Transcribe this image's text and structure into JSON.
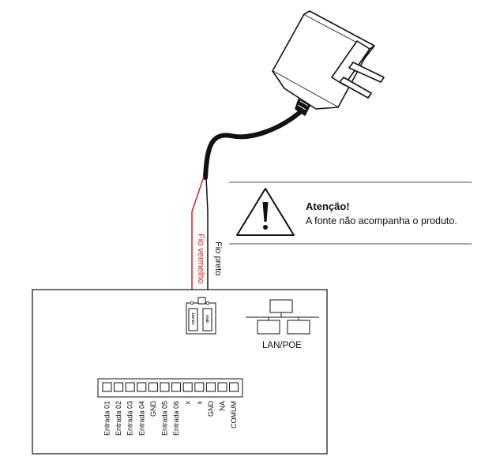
{
  "warning": {
    "title": "Atenção!",
    "text": "A fonte não acompanha o produto."
  },
  "wires": {
    "red_label": "Fio vermelho",
    "black_label": "Fio preto",
    "red_color": "#d42020",
    "black_color": "#111111"
  },
  "connector": {
    "dc_label": "12V DC",
    "gnd_label": "GND"
  },
  "network": {
    "label": "LAN/POE"
  },
  "terminals": [
    "Entrada 01",
    "Entrada 02",
    "Entrada 03",
    "Entrada 04",
    "GND",
    "Entrada 05",
    "Entrada 06",
    "x",
    "x",
    "GND",
    "NA",
    "COMUM"
  ],
  "icons": [
    "power-adapter-icon",
    "warning-triangle-icon",
    "network-topology-icon"
  ]
}
